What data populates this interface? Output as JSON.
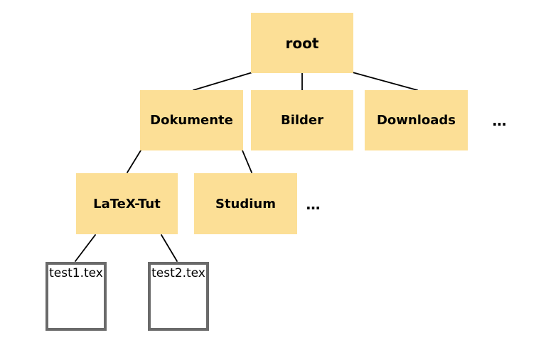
{
  "diagram": {
    "type": "tree",
    "description": "File system hierarchy tree",
    "colors": {
      "background": "#ffffff",
      "node_fill": "#fcdf96",
      "file_border": "#6a6a6a",
      "edge_color": "#000000",
      "text_color": "#000000"
    },
    "nodes": {
      "root": "root",
      "dokumente": "Dokumente",
      "bilder": "Bilder",
      "downloads": "Downloads",
      "ellipsis_level1": "…",
      "latex_tut": "LaTeX-Tut",
      "studium": "Studium",
      "ellipsis_level2": "…",
      "test1": "test1.tex",
      "test2": "test2.tex"
    },
    "edges": [
      {
        "from": "root",
        "to": "dokumente"
      },
      {
        "from": "root",
        "to": "bilder"
      },
      {
        "from": "root",
        "to": "downloads"
      },
      {
        "from": "dokumente",
        "to": "latex_tut"
      },
      {
        "from": "dokumente",
        "to": "studium"
      },
      {
        "from": "latex_tut",
        "to": "test1"
      },
      {
        "from": "latex_tut",
        "to": "test2"
      }
    ]
  }
}
